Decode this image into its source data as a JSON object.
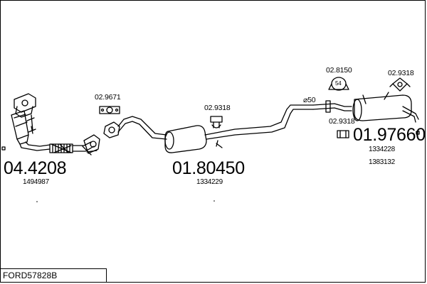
{
  "title": "FORD57828B",
  "groups": [
    {
      "code": "04.4208",
      "refs": [
        "1494987"
      ]
    },
    {
      "code": "01.80450",
      "refs": [
        "1334229"
      ]
    },
    {
      "code": "01.97660",
      "refs": [
        "1334228",
        "1383132"
      ]
    }
  ],
  "part_labels": {
    "gasket_front": "02.9671",
    "hanger_mid": "02.9318",
    "clamp_top": "02.8150",
    "clamp_top_size": "54",
    "hanger_rear_top": "02.9318",
    "hanger_rear_low": "02.9318",
    "pipe_diameter": "⌀50"
  }
}
